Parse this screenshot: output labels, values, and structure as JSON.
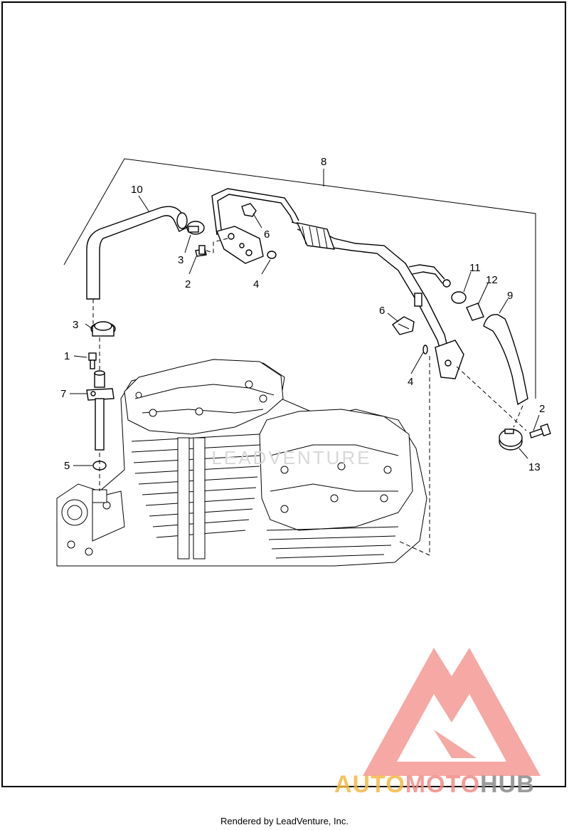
{
  "callouts": [
    {
      "id": "c8",
      "text": "8"
    },
    {
      "id": "c10",
      "text": "10"
    },
    {
      "id": "c6a",
      "text": "6"
    },
    {
      "id": "c3a",
      "text": "3"
    },
    {
      "id": "c2a",
      "text": "2"
    },
    {
      "id": "c4a",
      "text": "4"
    },
    {
      "id": "c11",
      "text": "11"
    },
    {
      "id": "c12",
      "text": "12"
    },
    {
      "id": "c9",
      "text": "9"
    },
    {
      "id": "c6b",
      "text": "6"
    },
    {
      "id": "c3b",
      "text": "3"
    },
    {
      "id": "c1",
      "text": "1"
    },
    {
      "id": "c7",
      "text": "7"
    },
    {
      "id": "c5",
      "text": "5"
    },
    {
      "id": "c4b",
      "text": "4"
    },
    {
      "id": "c2b",
      "text": "2"
    },
    {
      "id": "c13",
      "text": "13"
    }
  ],
  "watermark_center": "LEADVENTURE",
  "brand": {
    "part1": "AUTO",
    "part2": "MOTO",
    "part3": "HUB",
    "color1": "#f4b942",
    "color2": "#f28b86",
    "color3": "#8a8a8a",
    "logo_color": "#f28b86"
  },
  "footer": {
    "text": "Rendered by LeadVenture, Inc."
  }
}
